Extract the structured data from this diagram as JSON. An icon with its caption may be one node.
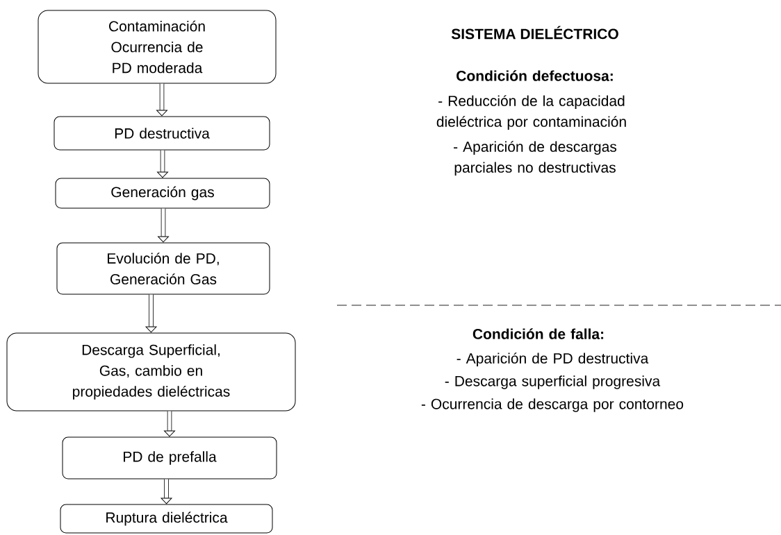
{
  "diagram": {
    "title": "SISTEMA DIELÉCTRICO",
    "nodes": [
      {
        "text": [
          "Contaminación Ocurrencia de PD moderada"
        ]
      },
      {
        "text": [
          "PD  destructiva"
        ]
      },
      {
        "text": [
          "Generación gas"
        ]
      },
      {
        "text": [
          "Evolución de PD, Generación Gas"
        ]
      },
      {
        "text": [
          "Descarga Superficial, Gas, cambio en propiedades dieléctricas"
        ]
      },
      {
        "text": [
          "PD de prefalla"
        ]
      },
      {
        "text": [
          "Ruptura dieléctrica"
        ]
      }
    ],
    "edges": [
      {
        "from": 0,
        "to": 1,
        "arrow": "to"
      },
      {
        "from": 1,
        "to": 2,
        "arrow": "to"
      },
      {
        "from": 2,
        "to": 3,
        "arrow": "to"
      },
      {
        "from": 3,
        "to": 4,
        "arrow": "to"
      },
      {
        "from": 4,
        "to": 5,
        "arrow": "to"
      },
      {
        "from": 5,
        "to": 6,
        "arrow": "to"
      }
    ],
    "labels": [
      "Condición defectuosa:",
      "- Reducción de la capacidad dieléctrica por contaminación",
      "- Aparición de descargas parciales no destructivas",
      "Condición de falla:",
      "- Aparición de PD destructiva",
      "- Descarga superficial progresiva",
      "- Ocurrencia de descarga por contorneo"
    ]
  }
}
